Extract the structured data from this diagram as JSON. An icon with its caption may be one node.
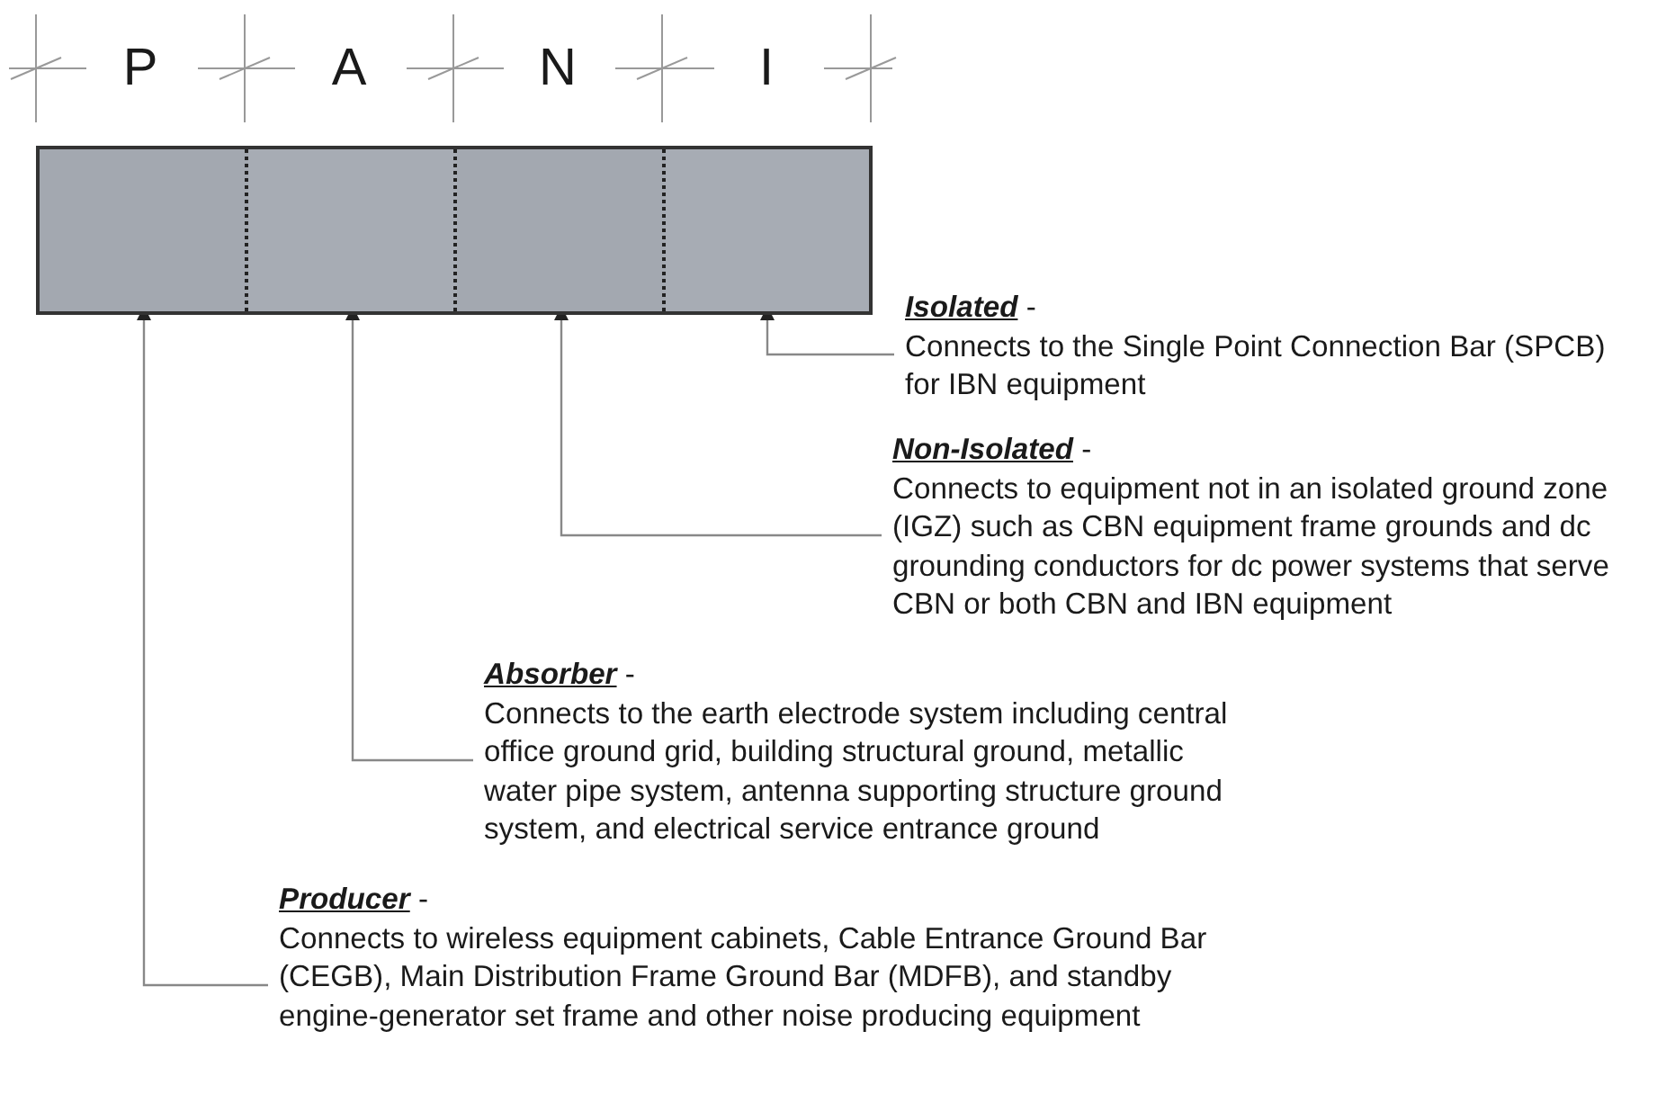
{
  "diagram": {
    "nodes": [
      {
        "text": [],
        "shape": "bar"
      },
      {
        "text": [],
        "shape": "box",
        "in": 0
      },
      {
        "text": [],
        "shape": "box",
        "in": 0
      },
      {
        "text": [],
        "shape": "box",
        "in": 0
      },
      {
        "text": [],
        "shape": "box",
        "in": 0
      },
      {
        "text": [
          "**Isolated** -",
          "Connects to the Single Point Connection Bar (SPCB) for IBN equipment"
        ]
      },
      {
        "text": [
          "**Non-Isolated** -",
          "Connects to equipment not in an isolated ground zone (IGZ) such as CBN equipment frame grounds and dc grounding conductors for dc power systems that serve CBN or both CBN and IBN equipment"
        ]
      },
      {
        "text": [
          "**Absorber** -",
          "Connects to the earth electrode system including central office ground grid, building structural ground, metallic water pipe system, antenna supporting structure ground system, and electrical service entrance ground"
        ]
      },
      {
        "text": [
          "**Producer** -",
          "Connects to wireless equipment cabinets, Cable Entrance Ground Bar (CEGB), Main Distribution Frame Ground Bar (MDFB), and standby engine-generator set frame and other noise producing equipment"
        ]
      }
    ],
    "edges": [
      {
        "from": 5,
        "to": 4,
        "arrow": "to"
      },
      {
        "from": 6,
        "to": 3,
        "arrow": "to"
      },
      {
        "from": 7,
        "to": 2,
        "arrow": "to"
      },
      {
        "from": 8,
        "to": 1,
        "arrow": "to"
      }
    ],
    "labels": [
      "P",
      "A",
      "N",
      "I"
    ]
  }
}
